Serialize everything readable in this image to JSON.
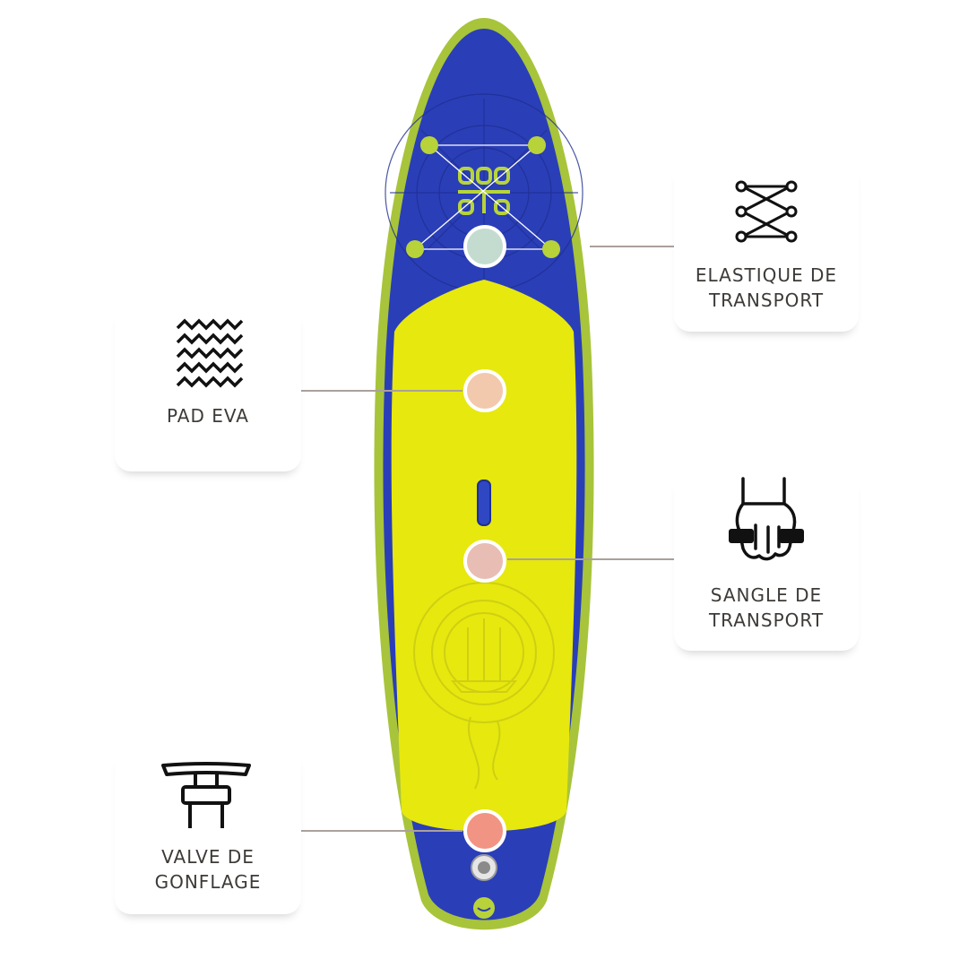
{
  "features": {
    "elastic": {
      "line1": "ELASTIQUE DE",
      "line2": "TRANSPORT",
      "icon": "bungee-cord-icon"
    },
    "pad": {
      "line1": "PAD EVA",
      "icon": "eva-pad-pattern-icon"
    },
    "handle": {
      "line1": "SANGLE DE",
      "line2": "TRANSPORT",
      "icon": "carry-handle-icon"
    },
    "valve": {
      "line1": "VALVE DE",
      "line2": "GONFLAGE",
      "icon": "valve-icon"
    }
  },
  "colors": {
    "board_blue": "#2a3eb8",
    "board_rim": "#a8c43a",
    "deck_yellow": "#e7e80e",
    "marker_elastic": "#c4dcd0",
    "marker_pad": "#f2c9ad",
    "marker_handle": "#e8bdb4",
    "marker_valve": "#f29483",
    "connector_line": "#aaa19b"
  }
}
